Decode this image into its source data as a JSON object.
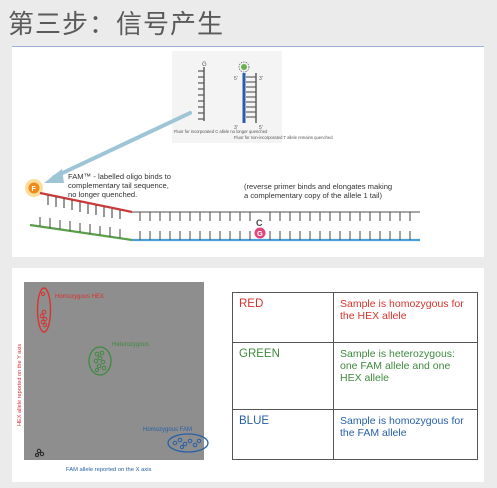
{
  "title": "第三步：信号产生",
  "top_diagram": {
    "inset_left_label": "Fluor for incorporated C allele no longer quenched",
    "inset_right_label": "Fluor for non-incorporated T allele remains quenched",
    "inset_top_g": "G",
    "inset_right_5": "5'",
    "inset_right_3_top": "3'",
    "inset_right_3_bottom": "3'",
    "inset_right_5_bottom": "5'",
    "fam_symbol": "F",
    "fam_desc_line1": "FAM™ - labelled oligo binds to",
    "fam_desc_line2": "complementary tail sequence,",
    "fam_desc_line3": "no longer quenched.",
    "primer_desc_line1": "(reverse primer binds and elongates making",
    "primer_desc_line2": "a complementary copy of the allele 1 tail)",
    "snp_top": "C",
    "snp_bottom": "G"
  },
  "scatter": {
    "y_axis_label": "HEX allele reported on the Y axis",
    "x_axis_label": "FAM allele reported on the X axis",
    "cluster_hex": "Homozygous HEX",
    "cluster_het": "Heterozygous",
    "cluster_fam": "Homozygous FAM"
  },
  "legend_table": [
    {
      "name": "RED",
      "desc": "Sample is homozygous for the HEX allele"
    },
    {
      "name": "GREEN",
      "desc": "Sample is heterozygous: one FAM allele and one HEX allele"
    },
    {
      "name": "BLUE",
      "desc": "Sample is homozygous for the FAM allele"
    }
  ],
  "colors": {
    "red": "#d9332e",
    "green": "#3e8a3e",
    "blue": "#2760a8",
    "fam_orange": "#f08a1c",
    "g_pink": "#e0457b"
  }
}
